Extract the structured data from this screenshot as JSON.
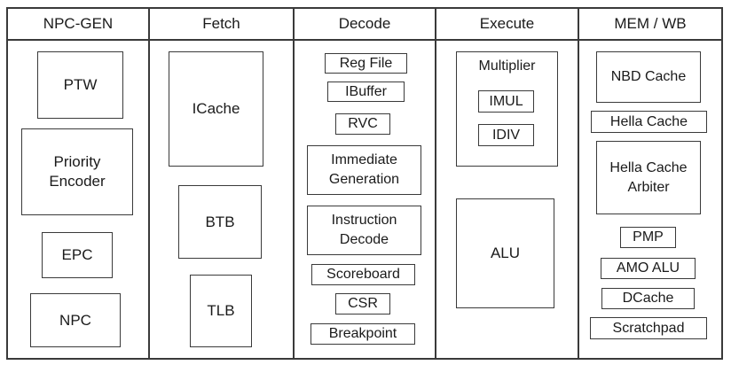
{
  "stages": {
    "npc_gen": "NPC-GEN",
    "fetch": "Fetch",
    "decode": "Decode",
    "execute": "Execute",
    "mem_wb": "MEM / WB"
  },
  "blocks": {
    "ptw": "PTW",
    "priority_encoder": "Priority\nEncoder",
    "epc": "EPC",
    "npc": "NPC",
    "icache": "ICache",
    "btb": "BTB",
    "tlb": "TLB",
    "reg_file": "Reg File",
    "ibuffer": "IBuffer",
    "rvc": "RVC",
    "immediate_generation": "Immediate\nGeneration",
    "instruction_decode": "Instruction\nDecode",
    "scoreboard": "Scoreboard",
    "csr": "CSR",
    "breakpoint": "Breakpoint",
    "multiplier": "Multiplier",
    "imul": "IMUL",
    "idiv": "IDIV",
    "alu": "ALU",
    "nbd_cache": "NBD Cache",
    "hella_cache": "Hella Cache",
    "hella_cache_arbiter": "Hella Cache\nArbiter",
    "pmp": "PMP",
    "amo_alu": "AMO ALU",
    "dcache": "DCache",
    "scratchpad": "Scratchpad"
  }
}
